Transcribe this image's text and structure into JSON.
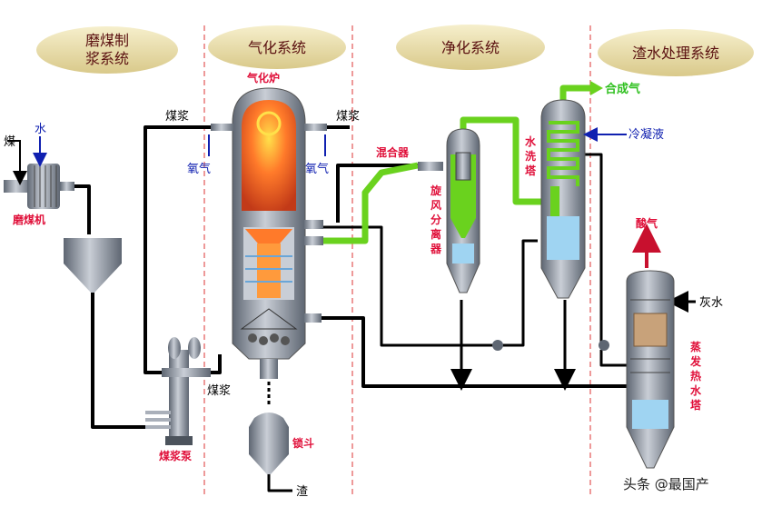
{
  "sections": {
    "grinding": [
      "磨煤制",
      "浆系统"
    ],
    "gasification": "气化系统",
    "purification": "净化系统",
    "slag_water": "渣水处理系统"
  },
  "labels": {
    "gasifier": "气化炉",
    "coal_slurry_left": "煤浆",
    "coal_slurry_right": "煤浆",
    "coal_slurry_bottom": "煤浆",
    "coal": "煤",
    "water": "水",
    "oxygen_left": "氧气",
    "oxygen_right": "氧气",
    "coal_mill": "磨煤机",
    "slurry_pump": "煤浆泵",
    "lock_hopper": "锁斗",
    "slag": "渣",
    "mixer": "混合器",
    "cyclone": [
      "旋",
      "风",
      "分",
      "离",
      "器"
    ],
    "scrubber": [
      "水",
      "洗",
      "塔"
    ],
    "syngas": "合成气",
    "condensate": "冷凝液",
    "acid_gas": "酸气",
    "grey_water": "灰水",
    "evaporator": [
      "蒸",
      "发",
      "热",
      "水",
      "塔"
    ]
  },
  "watermark": "头条 @最国产",
  "colors": {
    "header_oval": "#ece0a6",
    "vessel": "#8e96a2",
    "fire": "#ff7a2a",
    "green_pipe": "#6ad21e",
    "label_red": "#e0103a",
    "label_blue": "#1020b0",
    "water": "#9fd4f2"
  }
}
